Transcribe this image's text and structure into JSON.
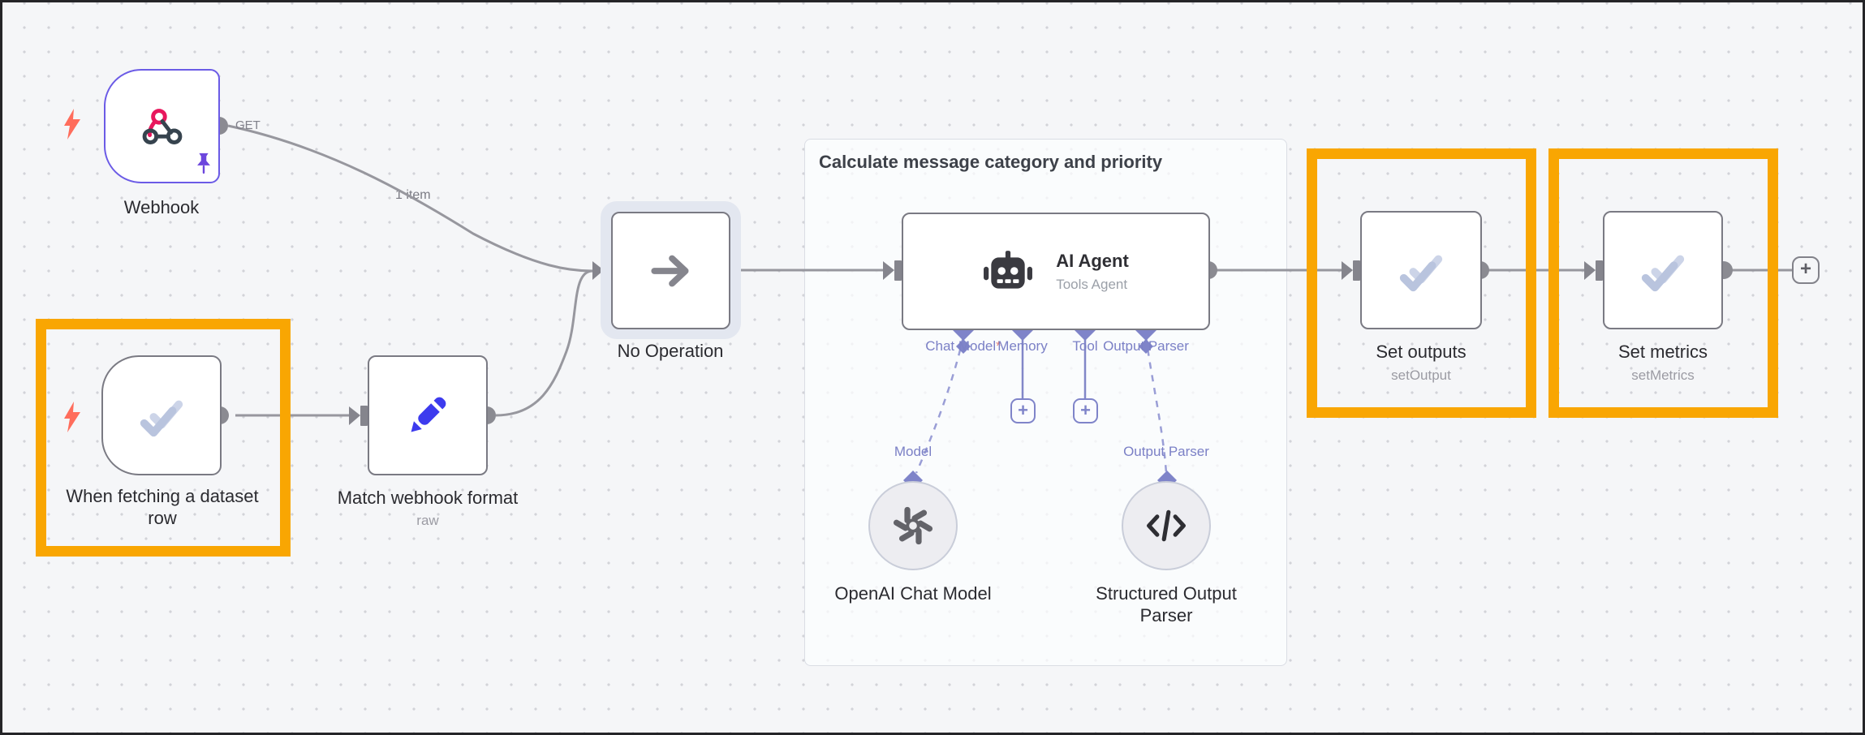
{
  "group": {
    "title": "Calculate message category and priority"
  },
  "wire_labels": {
    "get": "GET",
    "one_item": "1 item"
  },
  "nodes": {
    "webhook": {
      "name": "Webhook"
    },
    "when_fetching": {
      "line1": "When fetching a dataset",
      "line2": "row"
    },
    "match_format": {
      "name": "Match webhook format",
      "subtitle": "raw"
    },
    "no_operation": {
      "name": "No Operation"
    },
    "ai_agent": {
      "title": "AI Agent",
      "subtitle": "Tools Agent",
      "ports": {
        "chat_model": "Chat Model",
        "required_marker": "*",
        "memory": "Memory",
        "tool": "Tool",
        "output_parser": "Output Parser"
      }
    },
    "openai_chat_model": {
      "name": "OpenAI Chat Model",
      "port_label": "Model"
    },
    "structured_output_parser": {
      "line1": "Structured Output",
      "line2": "Parser",
      "port_label": "Output Parser"
    },
    "set_outputs": {
      "name": "Set outputs",
      "subtitle": "setOutput"
    },
    "set_metrics": {
      "name": "Set metrics",
      "subtitle": "setMetrics"
    }
  },
  "buttons": {
    "add_memory": "+",
    "add_tool": "+",
    "add_next": "+"
  },
  "colors": {
    "highlight_orange": "#f9a602",
    "webhook_purple": "#6b5be6",
    "pin_purple": "#6c46dd",
    "port_lavender": "#7f84c9",
    "bolt_red": "#ff6d5c",
    "node_border_gray": "#7a7a83",
    "pencil_blue": "#3d3bee",
    "check_steel_blue": "#bfc9e2",
    "canvas_bg": "#f5f6f8"
  }
}
